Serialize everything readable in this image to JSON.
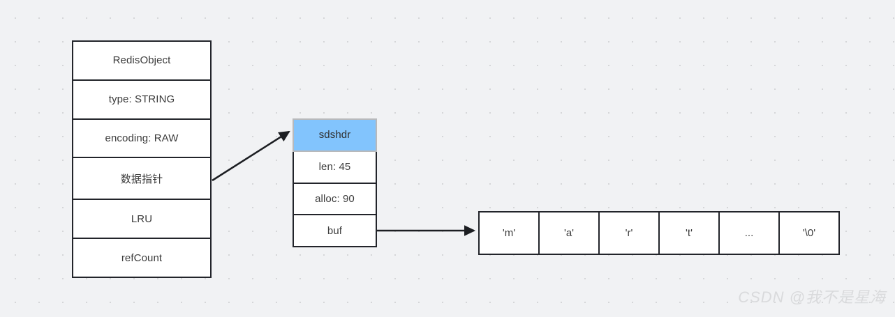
{
  "diagram": {
    "title": "Redis String RedisObject / SDS memory layout",
    "background_color": "#f1f2f4",
    "stroke_color": "#22242a",
    "highlight_color": "#82c4fd"
  },
  "redis_object": {
    "name": "RedisObject",
    "rows": [
      {
        "label": "RedisObject"
      },
      {
        "label": "type: STRING"
      },
      {
        "label": "encoding: RAW"
      },
      {
        "label": "数据指针"
      },
      {
        "label": "LRU"
      },
      {
        "label": "refCount"
      }
    ]
  },
  "sds_header": {
    "name": "sdshdr",
    "rows": [
      {
        "label": "sdshdr",
        "highlight": "#82c4fd"
      },
      {
        "label": "len: 45"
      },
      {
        "label": "alloc: 90"
      },
      {
        "label": "buf"
      }
    ]
  },
  "buffer": {
    "name": "buf-array",
    "cells": [
      {
        "label": "'m'"
      },
      {
        "label": "'a'"
      },
      {
        "label": "'r'"
      },
      {
        "label": "'t'"
      },
      {
        "label": "..."
      },
      {
        "label": "'\\0'"
      }
    ]
  },
  "connectors": [
    {
      "name": "data-pointer-to-sdshdr",
      "from": "数据指针",
      "to": "sdshdr"
    },
    {
      "name": "buf-to-buffer-array",
      "from": "buf",
      "to": "buf-array"
    }
  ],
  "watermark": {
    "text": "CSDN @我不是星海"
  }
}
